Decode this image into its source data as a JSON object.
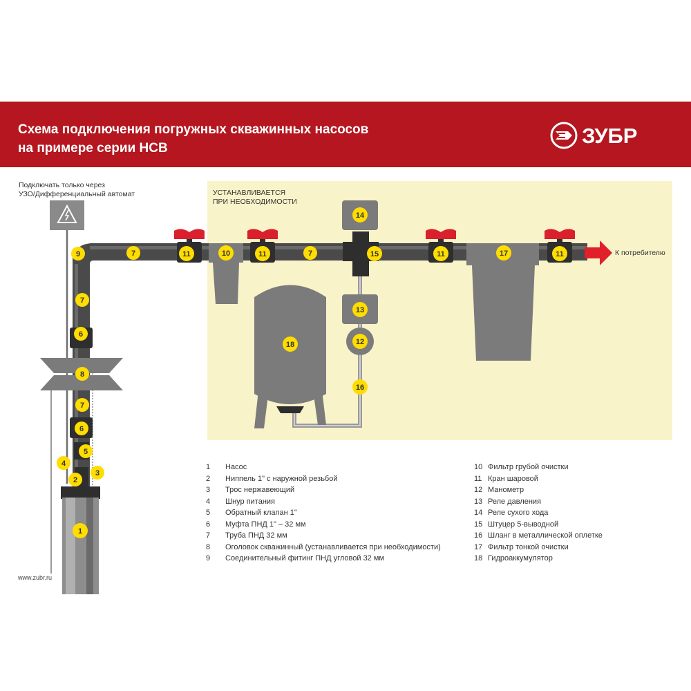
{
  "header": {
    "title_line1": "Схема подключения погружных скважинных насосов",
    "title_line2": "на примере серии НСВ",
    "brand": "ЗУБР"
  },
  "notes": {
    "power_line1": "Подключать только через",
    "power_line2": "УЗО/Дифференциальный автомат",
    "optional_line1": "УСТАНАВЛИВАЕТСЯ",
    "optional_line2": "ПРИ НЕОБХОДИМОСТИ",
    "consumer": "К потребителю"
  },
  "website": "www.zubr.ru",
  "markers": {
    "m1": "1",
    "m2": "2",
    "m3": "3",
    "m4": "4",
    "m5": "5",
    "m6": "6",
    "m7": "7",
    "m8": "8",
    "m9": "9",
    "m10": "10",
    "m11": "11",
    "m12": "12",
    "m13": "13",
    "m14": "14",
    "m15": "15",
    "m16": "16",
    "m17": "17",
    "m18": "18"
  },
  "legend_left": [
    {
      "num": "1",
      "text": "Насос"
    },
    {
      "num": "2",
      "text": "Ниппель 1\" с наружной резьбой"
    },
    {
      "num": "3",
      "text": "Трос нержавеющий"
    },
    {
      "num": "4",
      "text": "Шнур питания"
    },
    {
      "num": "5",
      "text": "Обратный клапан 1\""
    },
    {
      "num": "6",
      "text": "Муфта ПНД 1\" – 32 мм"
    },
    {
      "num": "7",
      "text": "Труба ПНД 32 мм"
    },
    {
      "num": "8",
      "text": "Оголовок скважинный (устанавливается при необходимости)"
    },
    {
      "num": "9",
      "text": "Соединительный фитинг ПНД угловой 32 мм"
    }
  ],
  "legend_right": [
    {
      "num": "10",
      "text": "Фильтр грубой очистки"
    },
    {
      "num": "11",
      "text": "Кран шаровой"
    },
    {
      "num": "12",
      "text": "Манометр"
    },
    {
      "num": "13",
      "text": "Реле давления"
    },
    {
      "num": "14",
      "text": "Реле сухого хода"
    },
    {
      "num": "15",
      "text": "Штуцер 5-выводной"
    },
    {
      "num": "16",
      "text": "Шланг в металлической оплетке"
    },
    {
      "num": "17",
      "text": "Фильтр тонкой очистки"
    },
    {
      "num": "18",
      "text": "Гидроаккумулятор"
    }
  ],
  "colors": {
    "banner": "#b5161f",
    "marker": "#ffdd00",
    "optional_area": "#f9f3c9",
    "component_gray": "#7b7b7b",
    "pipe_dark": "#3c3c3c",
    "valve_red": "#d9202c",
    "arrow_red": "#e0202a"
  }
}
